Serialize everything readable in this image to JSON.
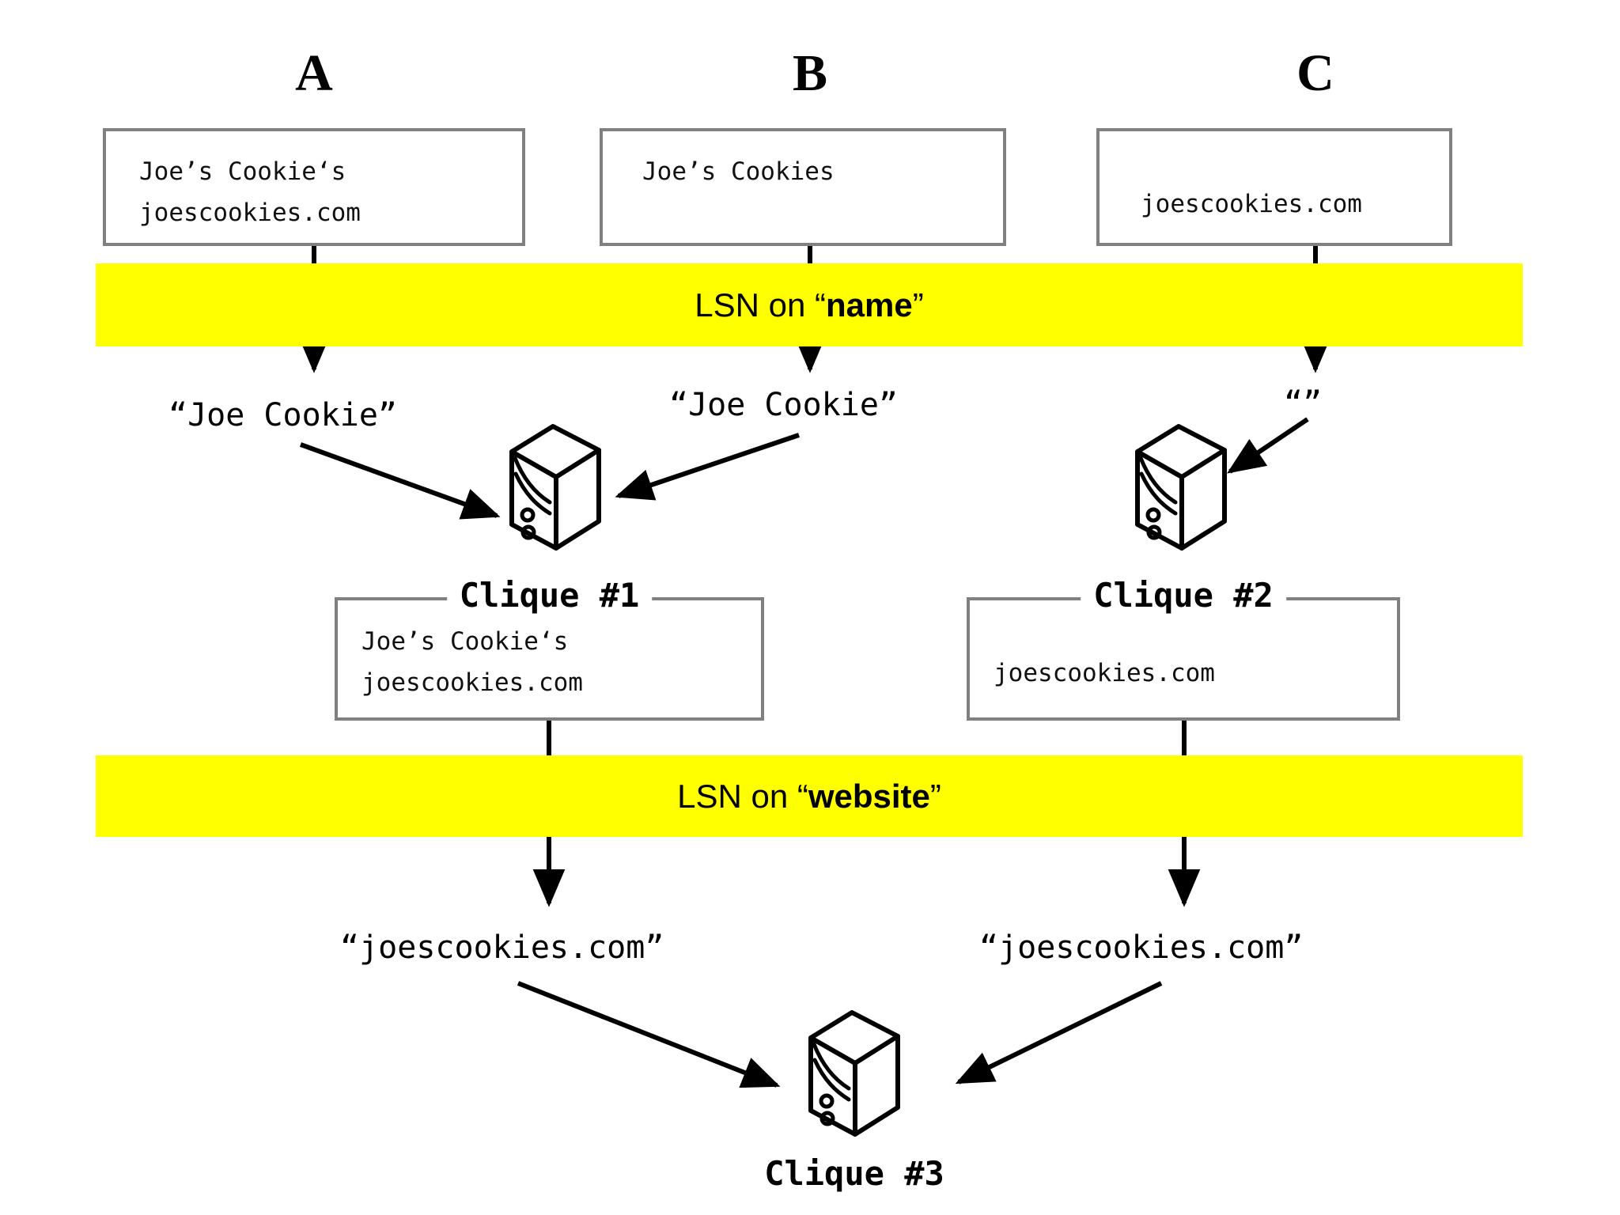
{
  "diagram": {
    "title": "LSN clique merging diagram",
    "colors": {
      "band": "#ffff00",
      "box_border": "#808080",
      "ink": "#000000"
    },
    "sources": [
      {
        "letter": "A",
        "lines": [
          "Joe’s Cookie‘s",
          "joescookies.com"
        ]
      },
      {
        "letter": "B",
        "lines": [
          "Joe’s Cookies"
        ]
      },
      {
        "letter": "C",
        "lines": [
          "joescookies.com"
        ]
      }
    ],
    "bands": [
      {
        "id": "lsn-name",
        "prefix": "LSN on “",
        "key": "name",
        "suffix": "”"
      },
      {
        "id": "lsn-website",
        "prefix": "LSN on “",
        "key": "website",
        "suffix": "”"
      }
    ],
    "name_values": [
      {
        "id": "name-value-a",
        "text": "“Joe Cookie”"
      },
      {
        "id": "name-value-b",
        "text": "“Joe Cookie”"
      },
      {
        "id": "name-value-c",
        "text": "“”"
      }
    ],
    "cliques": [
      {
        "id": "clique-1",
        "legend": "Clique #1",
        "lines": [
          "Joe’s Cookie‘s",
          "joescookies.com"
        ]
      },
      {
        "id": "clique-2",
        "legend": "Clique #2",
        "lines": [
          "joescookies.com"
        ]
      }
    ],
    "website_values": [
      {
        "id": "website-value-left",
        "text": "“joescookies.com”"
      },
      {
        "id": "website-value-right",
        "text": "“joescookies.com”"
      }
    ],
    "final": {
      "id": "clique-3",
      "caption": "Clique #3"
    },
    "icons": {
      "server": "server-tower-icon",
      "arrow": "arrow-icon"
    }
  }
}
